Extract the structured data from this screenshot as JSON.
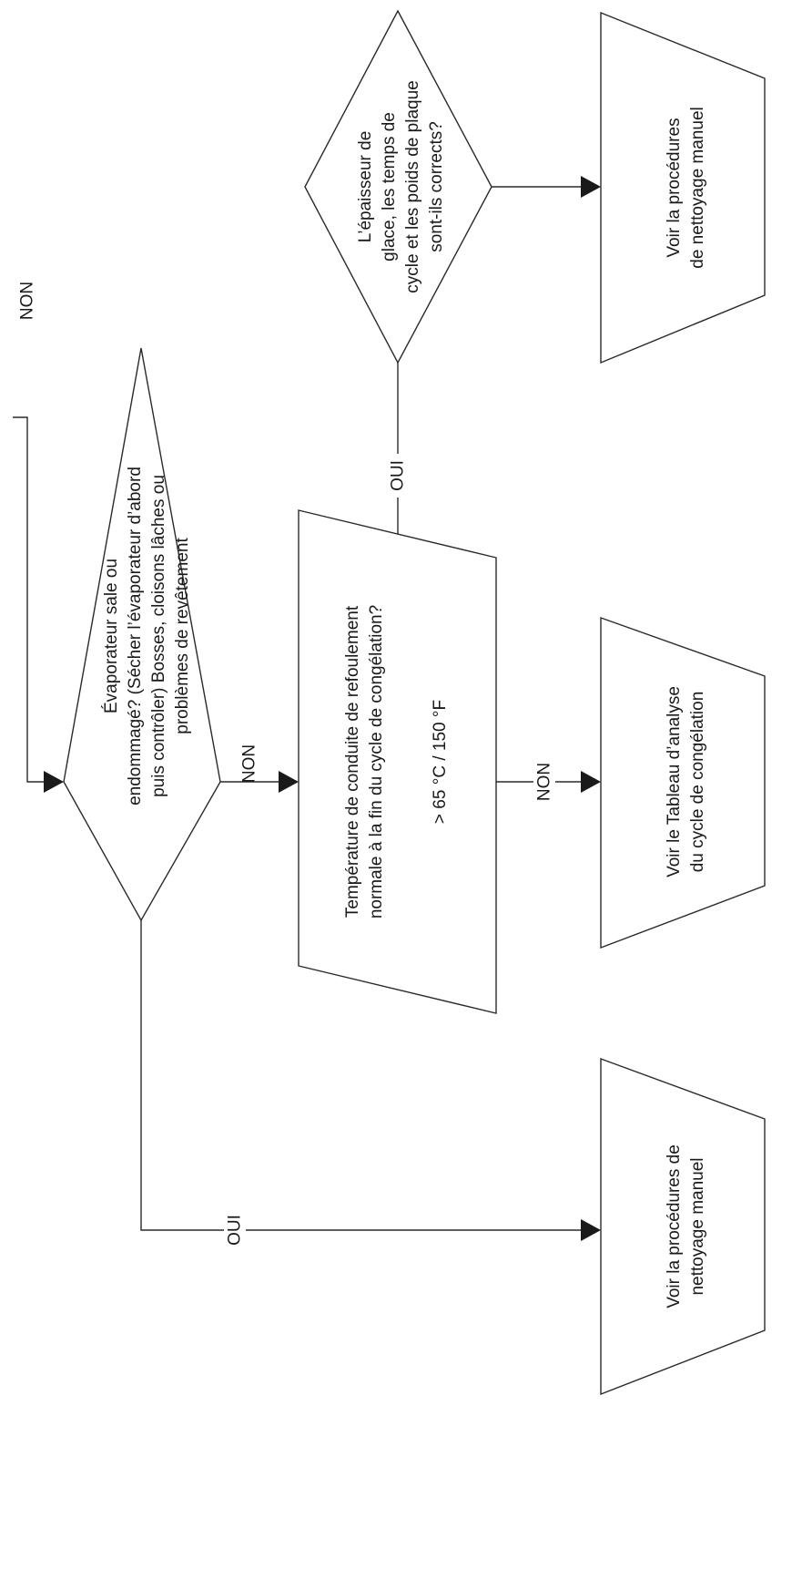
{
  "nodes": {
    "evaporator_check": {
      "lines": [
        "Évaporateur sale ou",
        "endommagé? (Sécher l’évaporateur d’abord",
        "puis contrôler) Bosses, cloisons lâches ou",
        "problèmes de revêtement"
      ]
    },
    "discharge_temp": {
      "lines": [
        "Température de conduite de refoulement",
        "normale à la fin du cycle de congélation?",
        "",
        "> 65 °C / 150 °F"
      ]
    },
    "ice_thickness": {
      "lines": [
        "L’épaisseur de",
        "glace, les temps de",
        "cycle et les poids de plaque",
        "sont-ils corrects?"
      ]
    },
    "manual_cleaning_top": {
      "lines": [
        "Voir la procédures",
        "de nettoyage manuel"
      ]
    },
    "freeze_cycle_table": {
      "lines": [
        "Voir le Tableau d’analyse",
        "du cycle de congélation"
      ]
    },
    "manual_cleaning_bottom": {
      "lines": [
        "Voir la procédures de",
        "nettoyage manuel"
      ]
    }
  },
  "edges": {
    "non_top": "NON",
    "non_evaporator": "NON",
    "oui_evaporator": "OUI",
    "oui_discharge": "OUI",
    "non_discharge": "NON"
  }
}
